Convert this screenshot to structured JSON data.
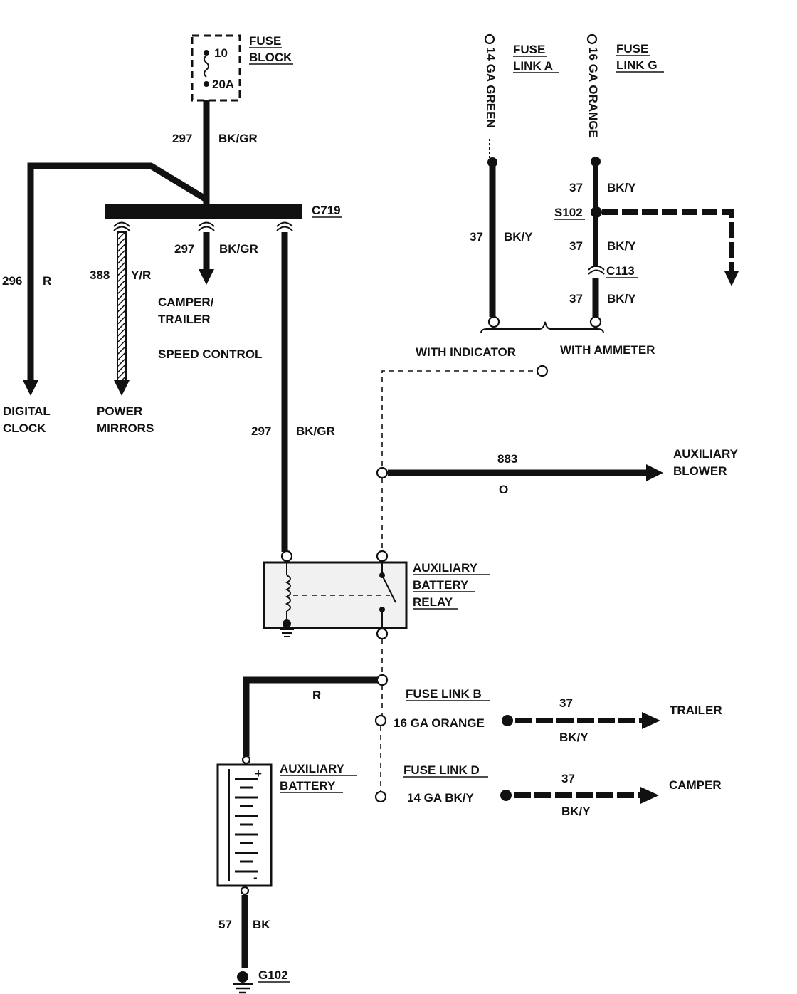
{
  "fuse_block": {
    "title_1": "FUSE",
    "title_2": "BLOCK",
    "fuse_num": "10",
    "rating": "20A"
  },
  "circuit_297_top": {
    "num": "297",
    "color": "BK/GR"
  },
  "connector_c719": "C719",
  "circuit_296": {
    "num": "296",
    "color": "R"
  },
  "circuit_388": {
    "num": "388",
    "color": "Y/R"
  },
  "circuit_297_mid": {
    "num": "297",
    "color": "BK/GR"
  },
  "circuit_297_low": {
    "num": "297",
    "color": "BK/GR"
  },
  "digital_clock": {
    "line_1": "DIGITAL",
    "line_2": "CLOCK"
  },
  "power_mirrors": {
    "line_1": "POWER",
    "line_2": "MIRRORS"
  },
  "camper_trailer": {
    "line_1": "CAMPER/",
    "line_2": "TRAILER"
  },
  "speed_control": "SPEED CONTROL",
  "fuse_link_a": {
    "line_1": "FUSE",
    "line_2": "LINK A",
    "wire": "14 GA GREEN"
  },
  "fuse_link_g": {
    "line_1": "FUSE",
    "line_2": "LINK G",
    "wire": "16 GA ORANGE"
  },
  "circuit_37_indicator": {
    "num": "37",
    "color": "BK/Y"
  },
  "circuit_37_top": {
    "num": "37",
    "color": "BK/Y"
  },
  "splice_s102": "S102",
  "circuit_37_mid": {
    "num": "37",
    "color": "BK/Y"
  },
  "connector_c113": "C113",
  "circuit_37_bot": {
    "num": "37",
    "color": "BK/Y"
  },
  "with_indicator": "WITH INDICATOR",
  "with_ammeter": "WITH AMMETER",
  "circuit_883": {
    "num": "883",
    "color": "O"
  },
  "auxiliary_blower": {
    "line_1": "AUXILIARY",
    "line_2": "BLOWER"
  },
  "aux_battery_relay": {
    "line_1": "AUXILIARY",
    "line_2": "BATTERY",
    "line_3": "RELAY"
  },
  "wire_r": "R",
  "fuse_link_b": {
    "title": "FUSE LINK B",
    "wire": "16 GA ORANGE"
  },
  "circuit_37_trailer": {
    "num": "37",
    "color": "BK/Y"
  },
  "trailer": "TRAILER",
  "fuse_link_d": {
    "title": "FUSE LINK D",
    "wire": "14 GA BK/Y"
  },
  "circuit_37_camper": {
    "num": "37",
    "color": "BK/Y"
  },
  "camper": "CAMPER",
  "aux_battery": {
    "line_1": "AUXILIARY",
    "line_2": "BATTERY",
    "plus": "+",
    "minus": "-"
  },
  "circuit_57": {
    "num": "57",
    "color": "BK"
  },
  "ground_g102": "G102"
}
